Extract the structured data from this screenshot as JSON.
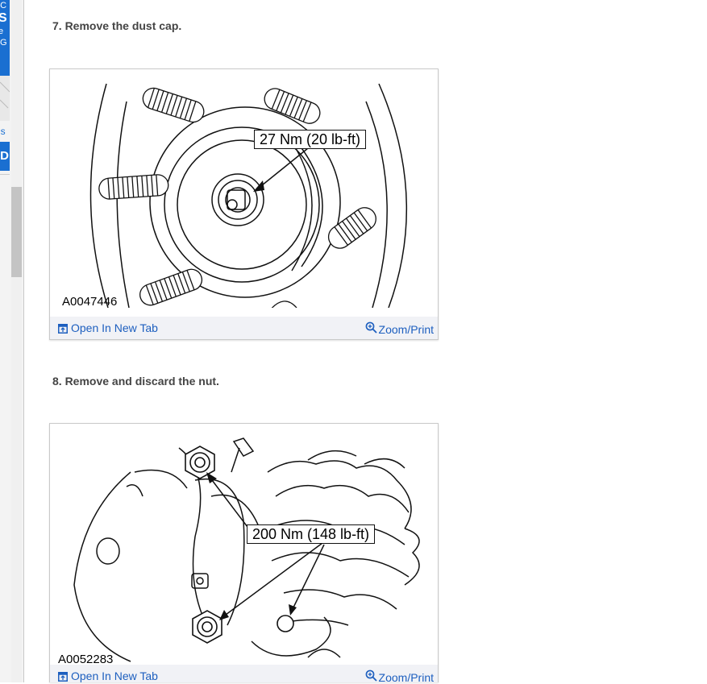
{
  "sidebar": {
    "fragment_1": "LC",
    "fragment_2": "S",
    "fragment_3": "e",
    "fragment_4": "G",
    "fragment_5": "ns",
    "fragment_6": "D"
  },
  "steps": [
    {
      "label": "7. Remove the dust cap.",
      "figure": {
        "id": "A0047446",
        "callout": "27 Nm (20 lb-ft)",
        "open_label": "Open In New Tab",
        "zoom_label": "Zoom/Print"
      }
    },
    {
      "label": "8. Remove and discard the nut.",
      "figure": {
        "id": "A0052283",
        "callout": "200 Nm (148 lb-ft)",
        "open_label": "Open In New Tab",
        "zoom_label": "Zoom/Print"
      }
    }
  ],
  "colors": {
    "link": "#1d5fbf",
    "sidebar_accent": "#1a6fd1",
    "figure_bar": "#f1f2f6"
  }
}
